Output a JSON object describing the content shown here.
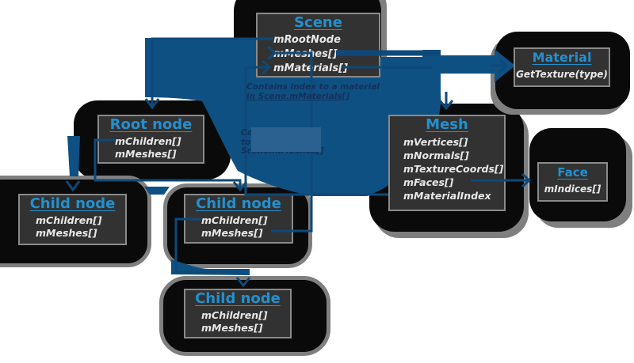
{
  "diagram": {
    "boxes": [
      {
        "id": "scene",
        "title": "Scene",
        "members": [
          "mRootNode",
          "mMeshes[]",
          "mMaterials[]"
        ]
      },
      {
        "id": "root-node",
        "title": "Root node",
        "members": [
          "mChildren[]",
          "mMeshes[]"
        ]
      },
      {
        "id": "child-node-left",
        "title": "Child node",
        "members": [
          "mChildren[]",
          "mMeshes[]"
        ]
      },
      {
        "id": "child-node-middle",
        "title": "Child node",
        "members": [
          "mChildren[]",
          "mMeshes[]"
        ]
      },
      {
        "id": "child-node-bottom",
        "title": "Child node",
        "members": [
          "mChildren[]",
          "mMeshes[]"
        ]
      },
      {
        "id": "mesh",
        "title": "Mesh",
        "members": [
          "mVertices[]",
          "mNormals[]",
          "mTextureCoords[]",
          "mFaces[]",
          "mMaterialIndex"
        ]
      },
      {
        "id": "face",
        "title": "Face",
        "members": [
          "mIndices[]"
        ]
      },
      {
        "id": "material",
        "title": "Material",
        "members": [
          "GetTexture(type)"
        ]
      }
    ],
    "annotations": {
      "material_note": {
        "line1": "Contains index to a material",
        "line2": "in Scene.mMaterials[]"
      },
      "mesh_note": {
        "line1": "Contains indices",
        "line2": "to meshes in",
        "line3": "Scene.mMeshes[]"
      }
    },
    "colors": {
      "arrow_fill": "#0f5082",
      "line": "#0e4979",
      "title": "#2191d0",
      "member_text": "#e8e8e8",
      "box_fill": "#323232",
      "box_border": "#8a8a8a",
      "blob_black": "#0a0a0a",
      "shadow_gray": "#7f7f7f",
      "note_text": "#14305a",
      "note_highlight": "#2b6190"
    }
  }
}
